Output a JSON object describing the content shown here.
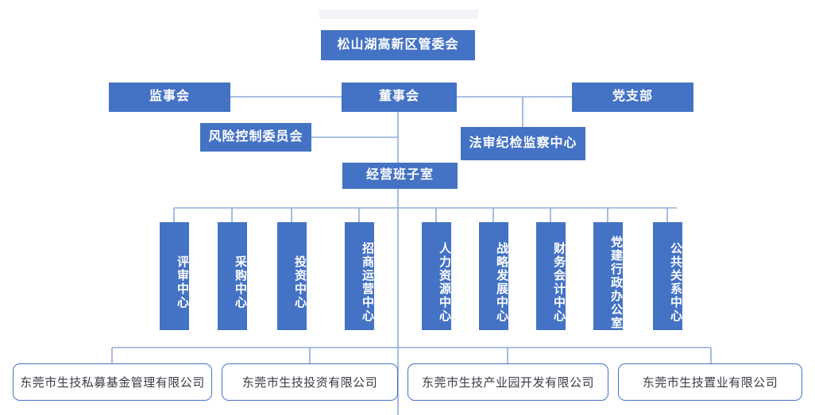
{
  "chart": {
    "title_node": {
      "label": "松山湖高新区管委会"
    },
    "colors": {
      "node_fill": "#4472C4",
      "node_text": "#FFFFFF",
      "connector": "#8FAADC",
      "subsidiary_border": "#4472C4",
      "subsidiary_text": "#3B3B46",
      "background": "#FFFFFF"
    },
    "governance": [
      {
        "label": "监事会"
      },
      {
        "label": "董事会"
      },
      {
        "label": "党支部"
      }
    ],
    "committees": [
      {
        "label": "风险控制委员会"
      },
      {
        "label": "法审纪检监察中心"
      }
    ],
    "management": {
      "label": "经营班子室"
    },
    "departments": [
      {
        "label": "评审中心"
      },
      {
        "label": "采购中心"
      },
      {
        "label": "投资中心"
      },
      {
        "label": "招商运营中心"
      },
      {
        "label": "人力资源中心"
      },
      {
        "label": "战略发展中心"
      },
      {
        "label": "财务会计中心"
      },
      {
        "label": "党建行政办公室"
      },
      {
        "label": "公共关系中心"
      }
    ],
    "subsidiaries": [
      {
        "label": "东莞市生技私募基金管理有限公司"
      },
      {
        "label": "东莞市生技投资有限公司"
      },
      {
        "label": "东莞市生技产业园开发有限公司"
      },
      {
        "label": "东莞市生技置业有限公司"
      }
    ]
  }
}
